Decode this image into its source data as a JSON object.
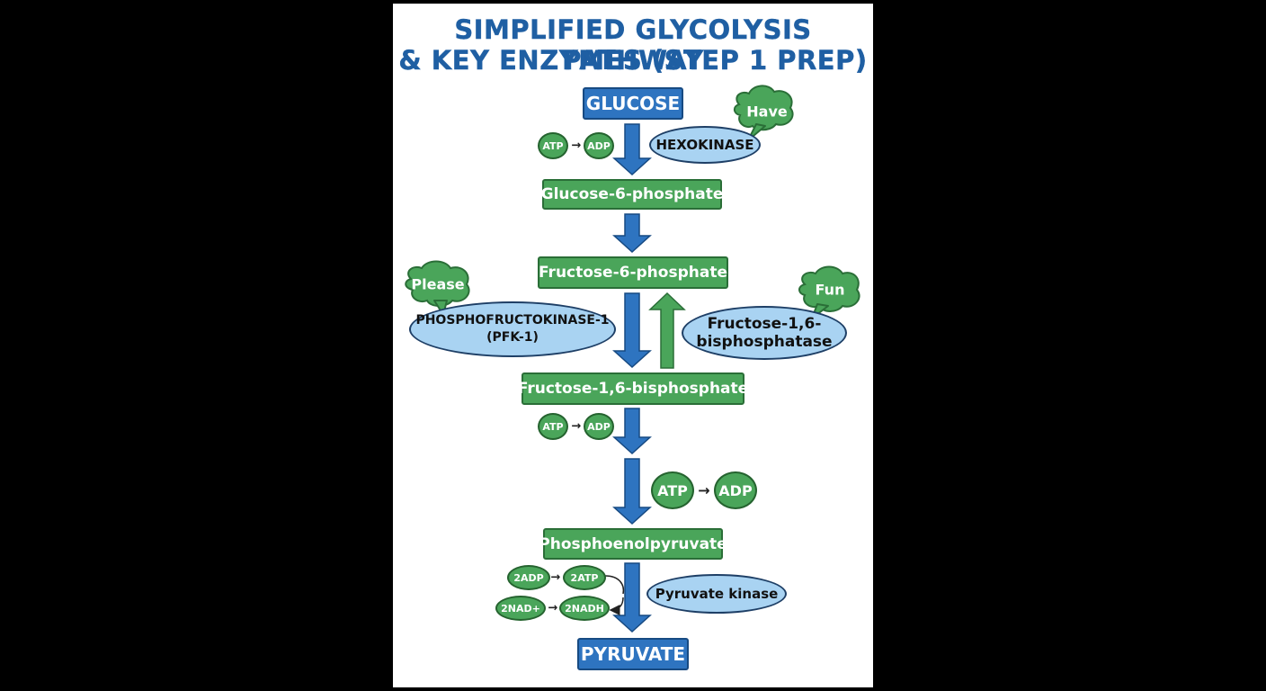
{
  "title": {
    "line1": "SIMPLIFIED GLYCOLYSIS PATHWAY",
    "line2": "& KEY ENZYMES (STEP 1 PREP)"
  },
  "metabolites": {
    "glucose": "GLUCOSE",
    "g6p": "Glucose-6-phosphate",
    "f6p": "Fructose-6-phosphate",
    "f16bp": "Fructose-1,6-bisphosphate",
    "pep": "Phosphoenolpyruvate",
    "pyruvate": "PYRUVATE"
  },
  "enzymes": {
    "hexokinase": "HEXOKINASE",
    "pfk1_line1": "PHOSPHOFRUCTOKINASE-1",
    "pfk1_line2": "(PFK-1)",
    "fbpase_line1": "Fructose-1,6-",
    "fbpase_line2": "bisphosphatase",
    "pyruvate_kinase": "Pyruvate kinase"
  },
  "bubbles": {
    "have": "Have",
    "please": "Please",
    "fun": "Fun"
  },
  "cofactors": {
    "step1_in": "ATP",
    "step1_out": "ADP",
    "step3_in": "ATP",
    "step3_out": "ADP",
    "big_in": "ATP",
    "big_out": "ADP",
    "pk_adp": "2ADP",
    "pk_atp": "2ATP",
    "pk_nad": "2NAD+",
    "pk_nadh": "2NADH"
  },
  "colors": {
    "title_blue": "#1f5fa3",
    "metabolite_green": "#4aa55a",
    "endpoint_blue": "#2e74c0",
    "enzyme_light_blue": "#a9d3f2",
    "arrow_blue": "#2e74c0",
    "arrow_green": "#4aa55a"
  }
}
